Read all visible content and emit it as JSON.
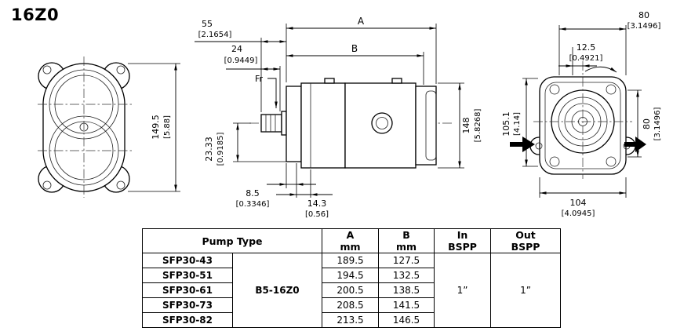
{
  "title": "16Z0",
  "front_view": {
    "height_mm": "149.5",
    "height_in": "[5.88]"
  },
  "side_view": {
    "dim_a_label": "A",
    "dim_b_label": "B",
    "len55_mm": "55",
    "len55_in": "[2.1654]",
    "len24_mm": "24",
    "len24_in": "[0.9449]",
    "fr_label": "Fr",
    "drop_mm": "23.33",
    "drop_in": "[0.9185]",
    "height_mm": "148",
    "height_in": "[5.8268]",
    "off85_mm": "8.5",
    "off85_in": "[0.3346]",
    "off143_mm": "14.3",
    "off143_in": "[0.56]"
  },
  "rear_view": {
    "top80_mm": "80",
    "top80_in": "[3.1496]",
    "off125_mm": "12.5",
    "off125_in": "[0.4921]",
    "left105_mm": "105.1",
    "left105_in": "[4.14]",
    "right80_mm": "80",
    "right80_in": "[3.1496]",
    "bottom104_mm": "104",
    "bottom104_in": "[4.0945]"
  },
  "table": {
    "header": {
      "pump_type": "Pump Type",
      "col_a_line1": "A",
      "col_a_line2": "mm",
      "col_b_line1": "B",
      "col_b_line2": "mm",
      "col_in_line1": "In",
      "col_in_line2": "BSPP",
      "col_out_line1": "Out",
      "col_out_line2": "BSPP"
    },
    "group_label": "B5-16Z0",
    "in_value": "1”",
    "out_value": "1”",
    "rows": [
      {
        "model": "SFP30-43",
        "a": "189.5",
        "b": "127.5"
      },
      {
        "model": "SFP30-51",
        "a": "194.5",
        "b": "132.5"
      },
      {
        "model": "SFP30-61",
        "a": "200.5",
        "b": "138.5"
      },
      {
        "model": "SFP30-73",
        "a": "208.5",
        "b": "141.5"
      },
      {
        "model": "SFP30-82",
        "a": "213.5",
        "b": "146.5"
      }
    ]
  }
}
